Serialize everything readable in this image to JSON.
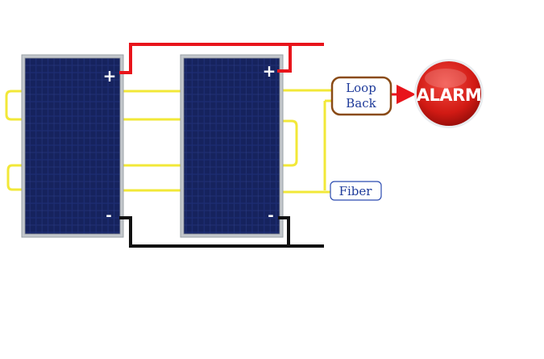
{
  "panels": [
    {
      "id": "panel-1",
      "plus_label": "+",
      "minus_label": "-"
    },
    {
      "id": "panel-2",
      "plus_label": "+",
      "minus_label": "-"
    }
  ],
  "loop_back": {
    "line1": "Loop",
    "line2": "Back"
  },
  "fiber": {
    "label": "Fiber"
  },
  "alarm": {
    "label": "ALARM"
  },
  "colors": {
    "positive_wire": "#e8141b",
    "negative_wire": "#111111",
    "fiber_wire": "#f2e838",
    "panel_cell": "#1b2a6b",
    "panel_frame": "#b8bcc2",
    "loop_back_border": "#8a4b16",
    "fiber_border": "#2b4bb0",
    "alarm_red": "#d8211b",
    "arrow": "#e8141b"
  }
}
